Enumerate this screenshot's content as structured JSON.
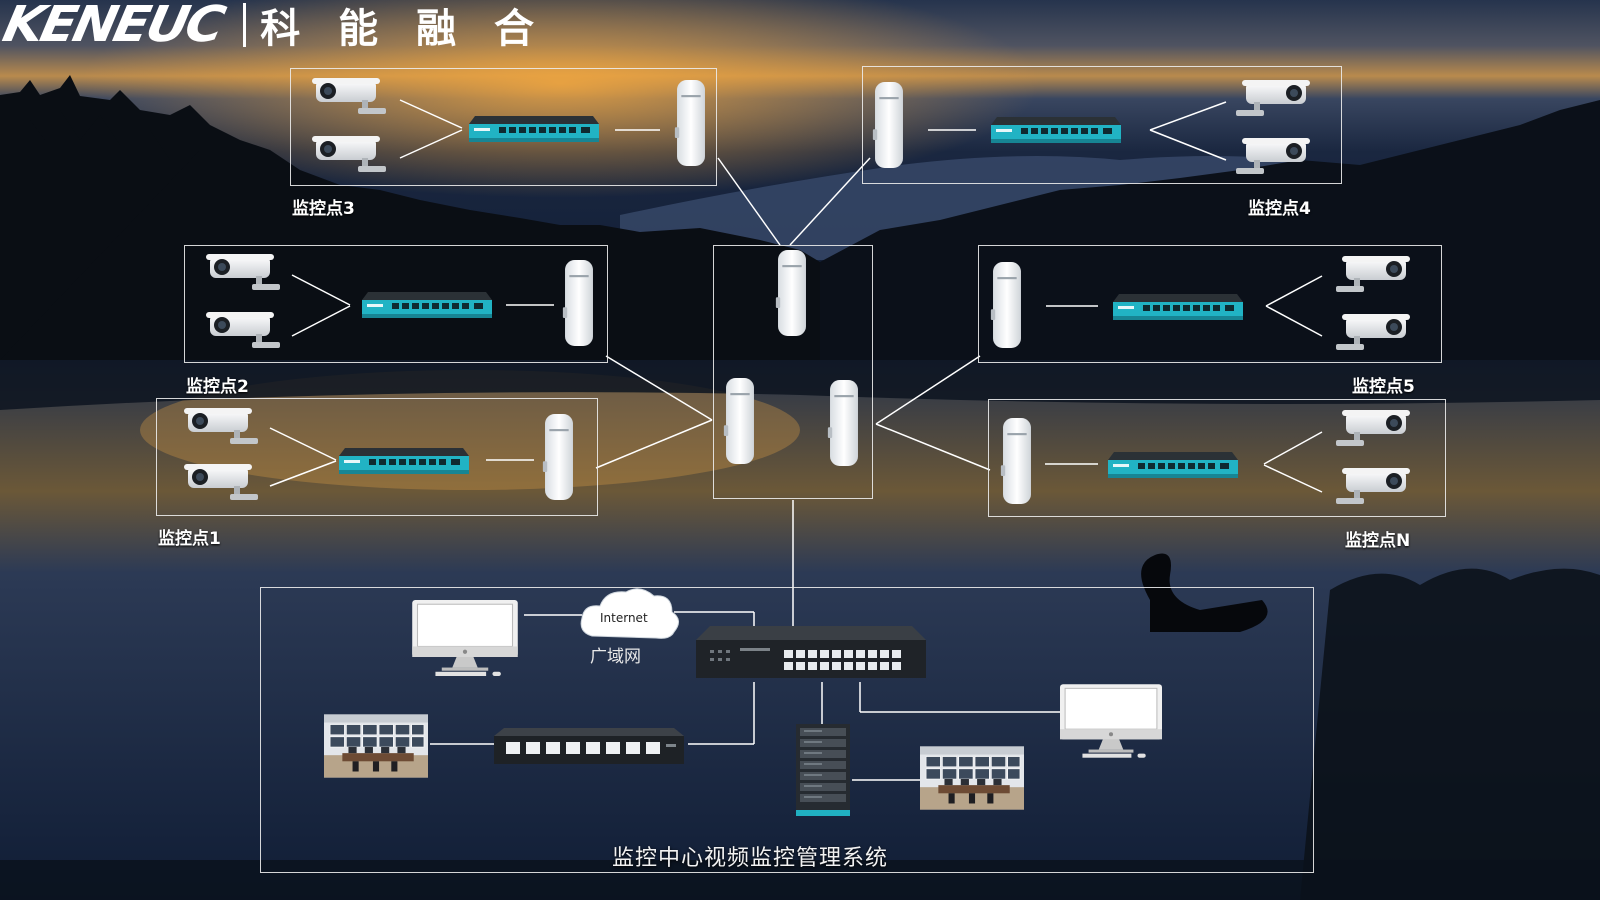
{
  "brand": {
    "latin": "KENEUC",
    "chinese": "科 能 融 合"
  },
  "sites": {
    "site3": "监控点3",
    "site4": "监控点4",
    "site2": "监控点2",
    "site5": "监控点5",
    "site1": "监控点1",
    "siteN": "监控点N"
  },
  "center": {
    "cloud_label": "Internet",
    "wan_label": "广域网",
    "system_label": "监控中心视频监控管理系统"
  },
  "colors": {
    "switch_accent": "#21b3c4",
    "box_border": "#e8e8e8",
    "sky_top": "#2b3a55",
    "sunset": "#d9902e",
    "water": "#1c2d4a"
  },
  "icons": [
    "camera-icon",
    "poe-switch-icon",
    "wireless-bridge-icon",
    "monitor-icon",
    "cloud-icon",
    "network-switch-icon",
    "server-rack-icon",
    "control-room-icon"
  ]
}
